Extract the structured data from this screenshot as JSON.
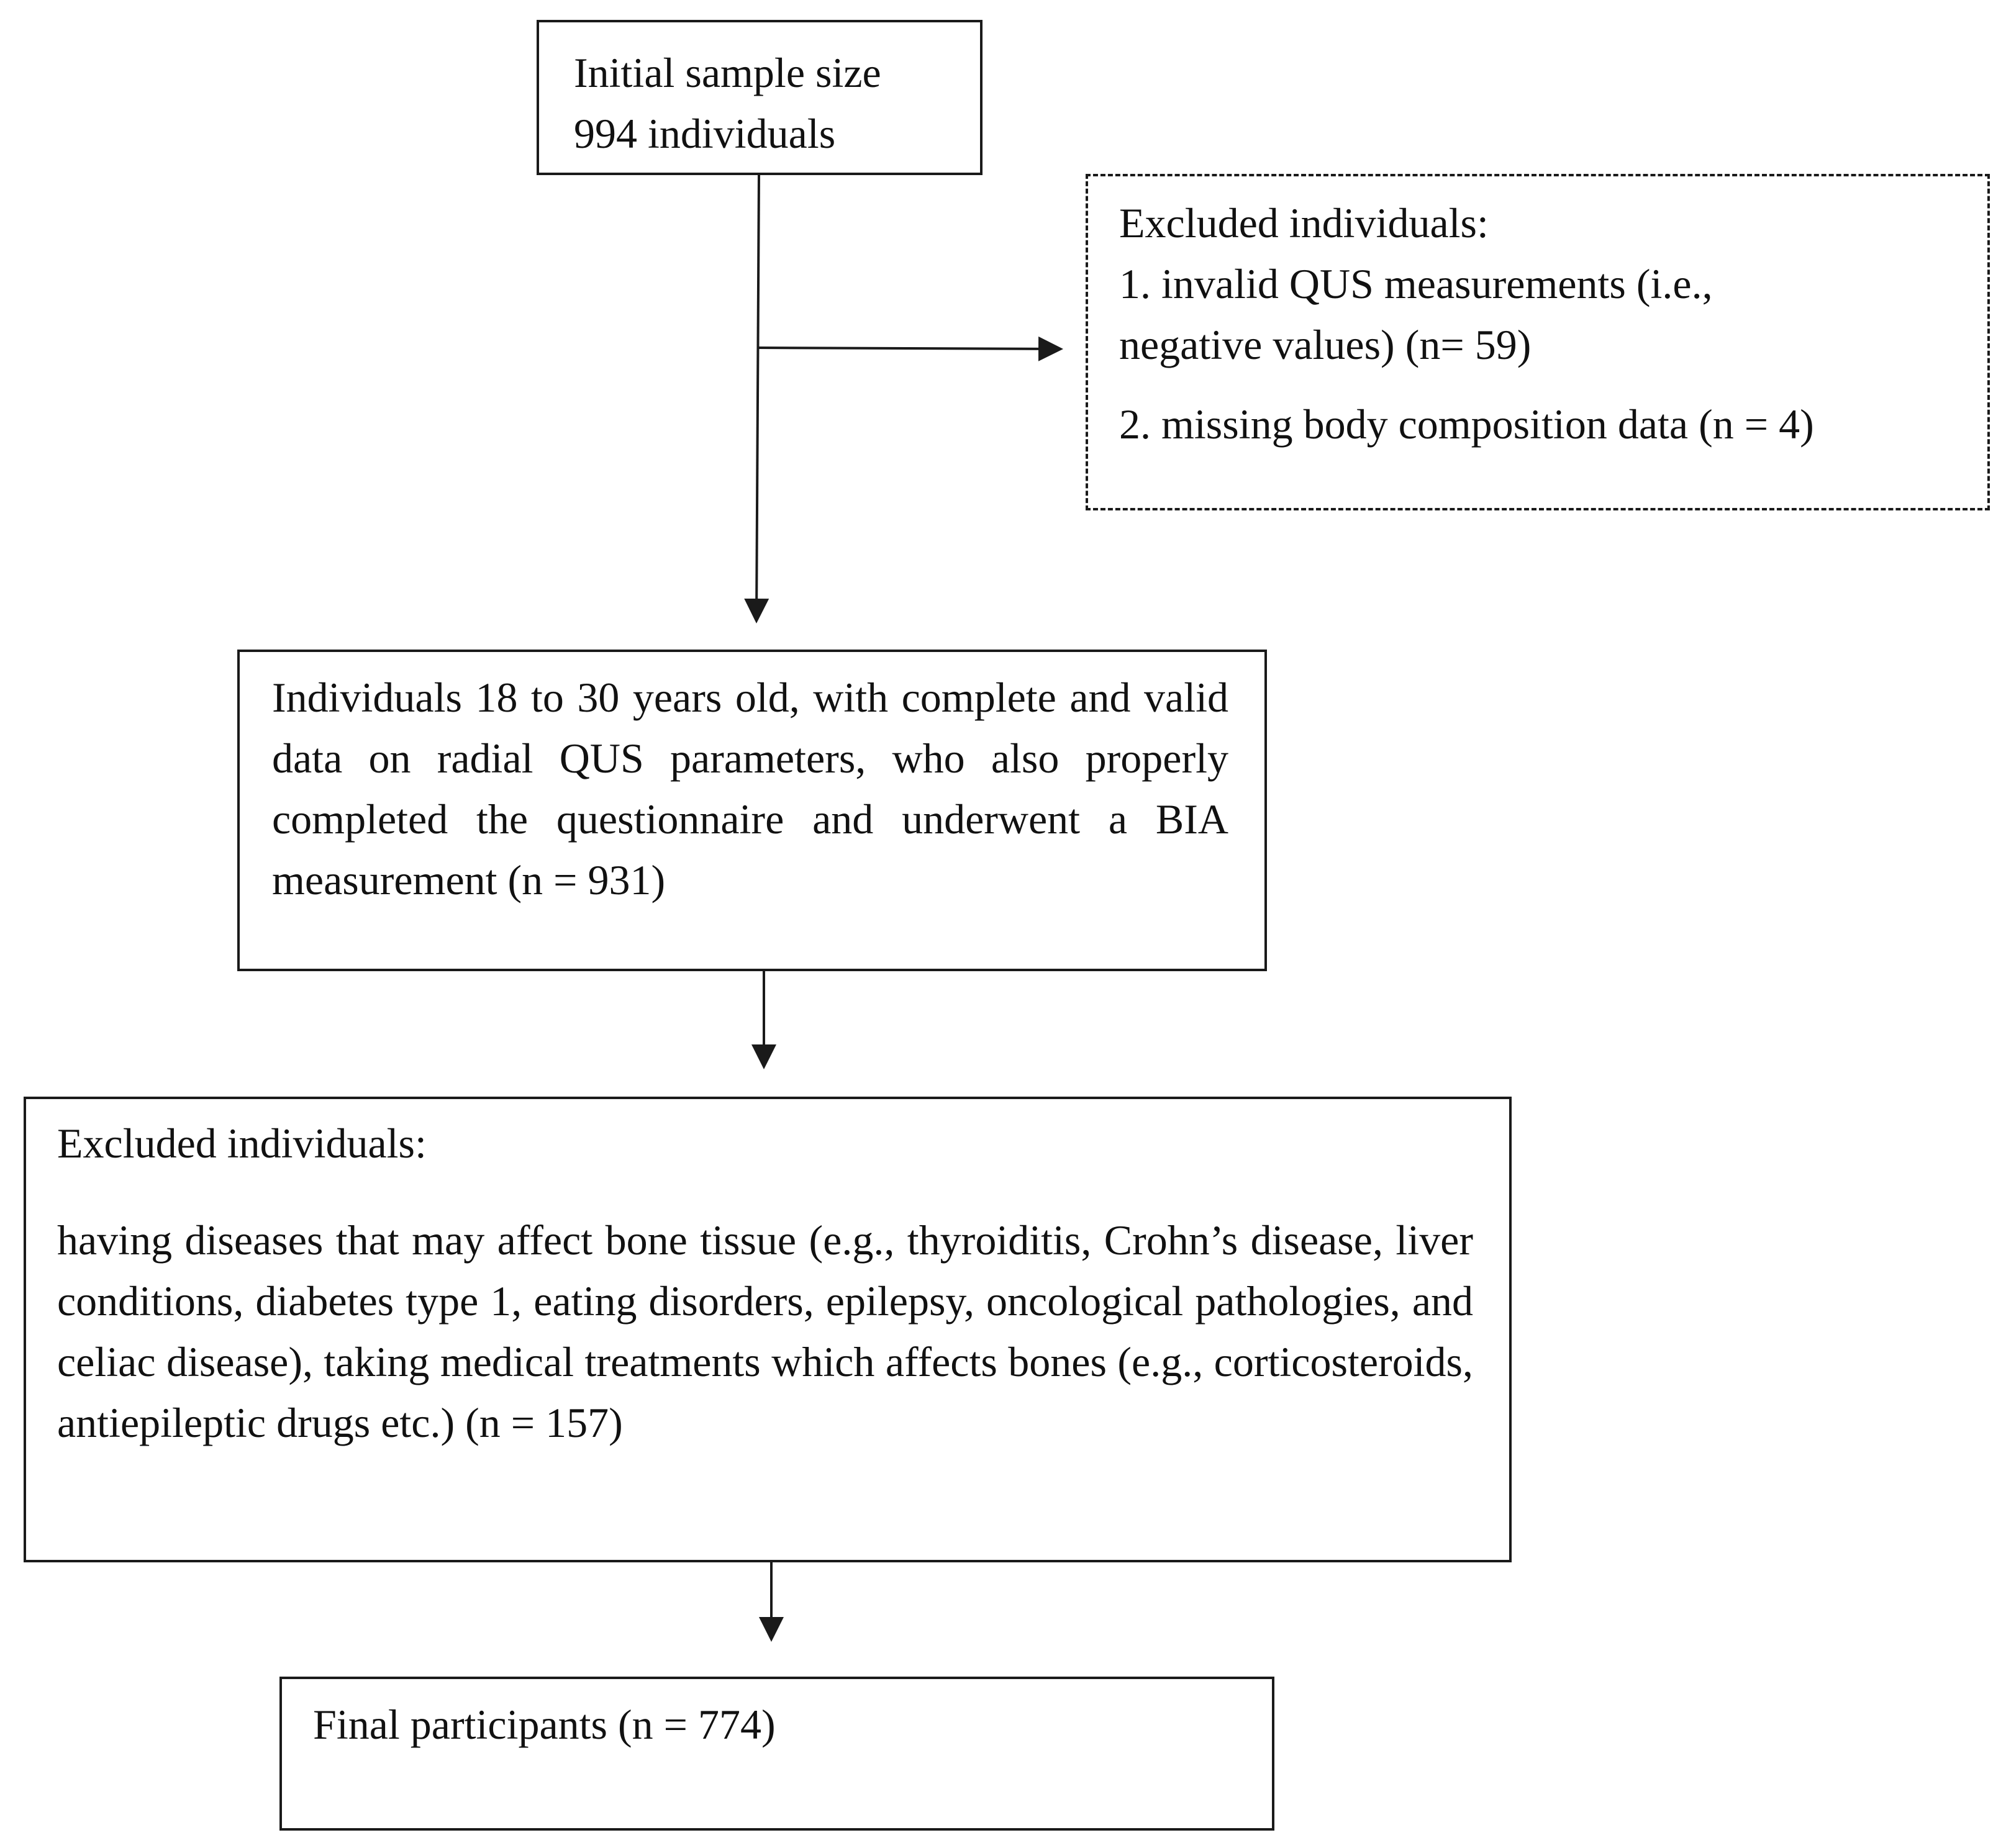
{
  "nodes": {
    "initial": {
      "line1": "Initial sample size",
      "line2": "994 individuals"
    },
    "excluded_first": {
      "heading": "Excluded individuals:",
      "item1": "1. invalid QUS measurements (i.e., negative values) (n= 59)",
      "item2": "2. missing body composition data (n = 4)"
    },
    "eligible": {
      "text": "Individuals 18 to 30 years old, with complete and valid data on radial QUS parameters, who also properly completed the questionnaire and underwent a BIA measurement (n = 931)"
    },
    "excluded_second": {
      "heading": "Excluded individuals:",
      "text": "having diseases that may affect bone tissue (e.g., thyroiditis, Crohn’s disease, liver conditions, diabetes type 1, eating disorders, epilepsy, oncological pathologies, and celiac disease), taking medical treatments which affects bones (e.g., corticosteroids, antiepileptic drugs etc.) (n = 157)"
    },
    "final": {
      "text": "Final participants (n = 774)"
    }
  },
  "colors": {
    "stroke": "#1a1a1a",
    "text": "#111111",
    "background": "#ffffff"
  }
}
